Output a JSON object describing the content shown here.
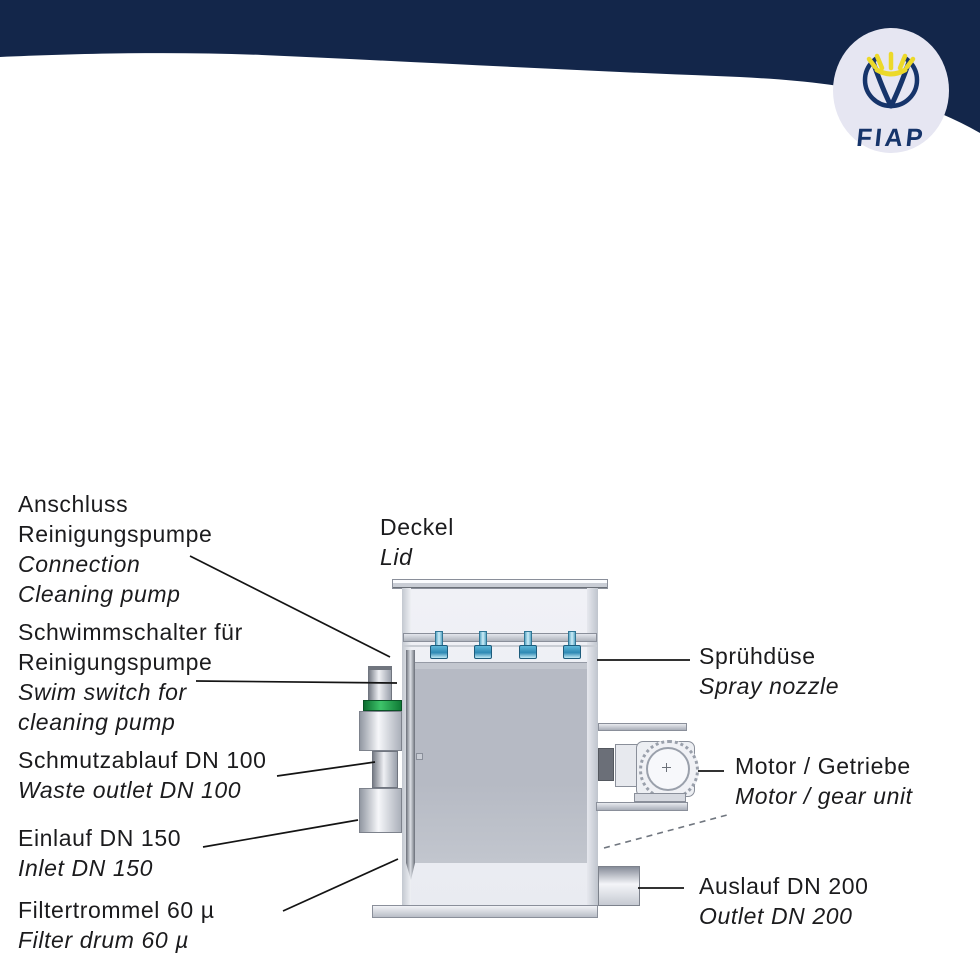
{
  "page": {
    "background": "#ffffff"
  },
  "header": {
    "band_color": "#13264a"
  },
  "logo": {
    "word": "FIAP",
    "navy": "#16346a",
    "crown_yellow": "#ecd92a",
    "badge_bg": "#e6e6f2"
  },
  "diagram": {
    "colors": {
      "outline_gray": "#8a8f9a",
      "drum_gray": "#b6bac4",
      "clamp_green": "#1f9a46",
      "nozzle_blue": "#2e89b4",
      "leader_black": "#141414"
    },
    "labels": {
      "lid": {
        "de": "Deckel",
        "en": "Lid"
      },
      "connection": {
        "de1": "Anschluss",
        "de2": "Reinigungspumpe",
        "en1": "Connection",
        "en2": "Cleaning pump"
      },
      "swim_switch": {
        "de1": "Schwimmschalter für",
        "de2": "Reinigungspumpe",
        "en1": "Swim switch for",
        "en2": "cleaning pump"
      },
      "waste_outlet": {
        "de": "Schmutzablauf DN 100",
        "en": "Waste outlet DN 100"
      },
      "inlet": {
        "de": "Einlauf DN 150",
        "en": "Inlet DN 150"
      },
      "filter_drum": {
        "de": "Filtertrommel 60 µ",
        "en": "Filter drum 60 µ"
      },
      "spray_nozzle": {
        "de": "Sprühdüse",
        "en": "Spray nozzle"
      },
      "motor": {
        "de": "Motor / Getriebe",
        "en": "Motor / gear unit"
      },
      "outlet": {
        "de": "Auslauf DN 200",
        "en": "Outlet DN 200"
      }
    }
  }
}
